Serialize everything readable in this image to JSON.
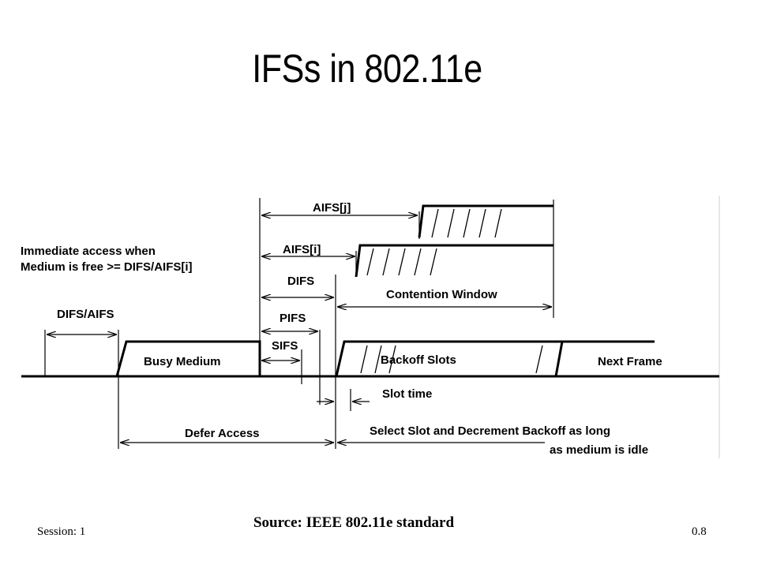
{
  "slide": {
    "title": "IFSs in 802.11e",
    "source": "Source: IEEE 802.11e standard",
    "session": "Session: 1",
    "page_number": "0.8"
  },
  "diagram": {
    "labels": {
      "aifs_j": "AIFS[j]",
      "aifs_i": "AIFS[i]",
      "immediate_line1": "Immediate access when",
      "immediate_line2": "Medium is free >= DIFS/AIFS[i]",
      "difs": "DIFS",
      "contention_window": "Contention Window",
      "difs_aifs": "DIFS/AIFS",
      "pifs": "PIFS",
      "sifs": "SIFS",
      "busy_medium": "Busy Medium",
      "backoff_slots": "Backoff Slots",
      "next_frame": "Next Frame",
      "slot_time": "Slot time",
      "defer_access": "Defer Access",
      "select_slot_line1": "Select Slot and Decrement Backoff as long",
      "select_slot_line2": "as medium is idle"
    }
  }
}
